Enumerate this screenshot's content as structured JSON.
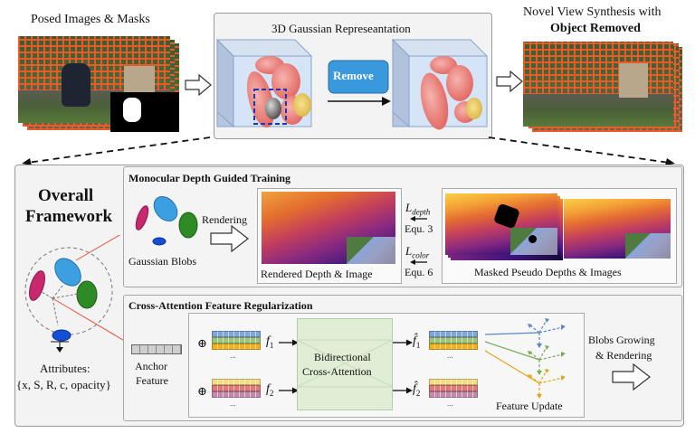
{
  "top": {
    "input_label": "Posed Images & Masks",
    "representation_title": "3D Gaussian Represeantation",
    "remove_button": "Remove",
    "output_label_line1": "Novel View Synthesis with",
    "output_label_line2": "Object Removed"
  },
  "framework": {
    "title_line1": "Overall",
    "title_line2": "Framework",
    "attributes_label": "Attributes:",
    "attributes_set": "{x, S, R, c, opacity}"
  },
  "depth_training": {
    "title": "Monocular Depth Guided Training",
    "blobs_label": "Gaussian Blobs",
    "rendering_label": "Rendering",
    "rendered_caption": "Rendered Depth & Image",
    "loss_depth": "L",
    "loss_depth_sub": "depth",
    "equ_depth": "Equ. 3",
    "loss_color": "L",
    "loss_color_sub": "color",
    "equ_color": "Equ. 6",
    "pseudo_caption": "Masked Pseudo Depths & Images"
  },
  "cross_attention": {
    "title": "Cross-Attention Feature Regularization",
    "anchor_line1": "Anchor",
    "anchor_line2": "Feature",
    "plus_symbol": "⊕",
    "f1": "f",
    "f1_sub": "1",
    "f2": "f",
    "f2_sub": "2",
    "module_line1": "Bidirectional",
    "module_line2": "Cross-Attention",
    "f1_hat": "f̂",
    "f2_hat": "f̂",
    "ellipsis": "...",
    "feature_update": "Feature Update",
    "growing_line1": "Blobs Growing",
    "growing_line2": "& Rendering"
  },
  "colors": {
    "blob_red": "#e8706a",
    "blob_yellow": "#e8c45a",
    "blob_blue": "#3c9fe0",
    "blob_green": "#2e8a26",
    "blob_magenta": "#c8286e",
    "blob_darkblue": "#1450d6",
    "remove_button": "#3a98dc",
    "feat_blue": "#7fa6d8",
    "feat_green": "#9cc47a",
    "feat_orange": "#f2b21e",
    "feat_yellow": "#f3dc84",
    "feat_red": "#e07a78",
    "feat_purple": "#c48aae",
    "connector_red": "#e8503a"
  }
}
